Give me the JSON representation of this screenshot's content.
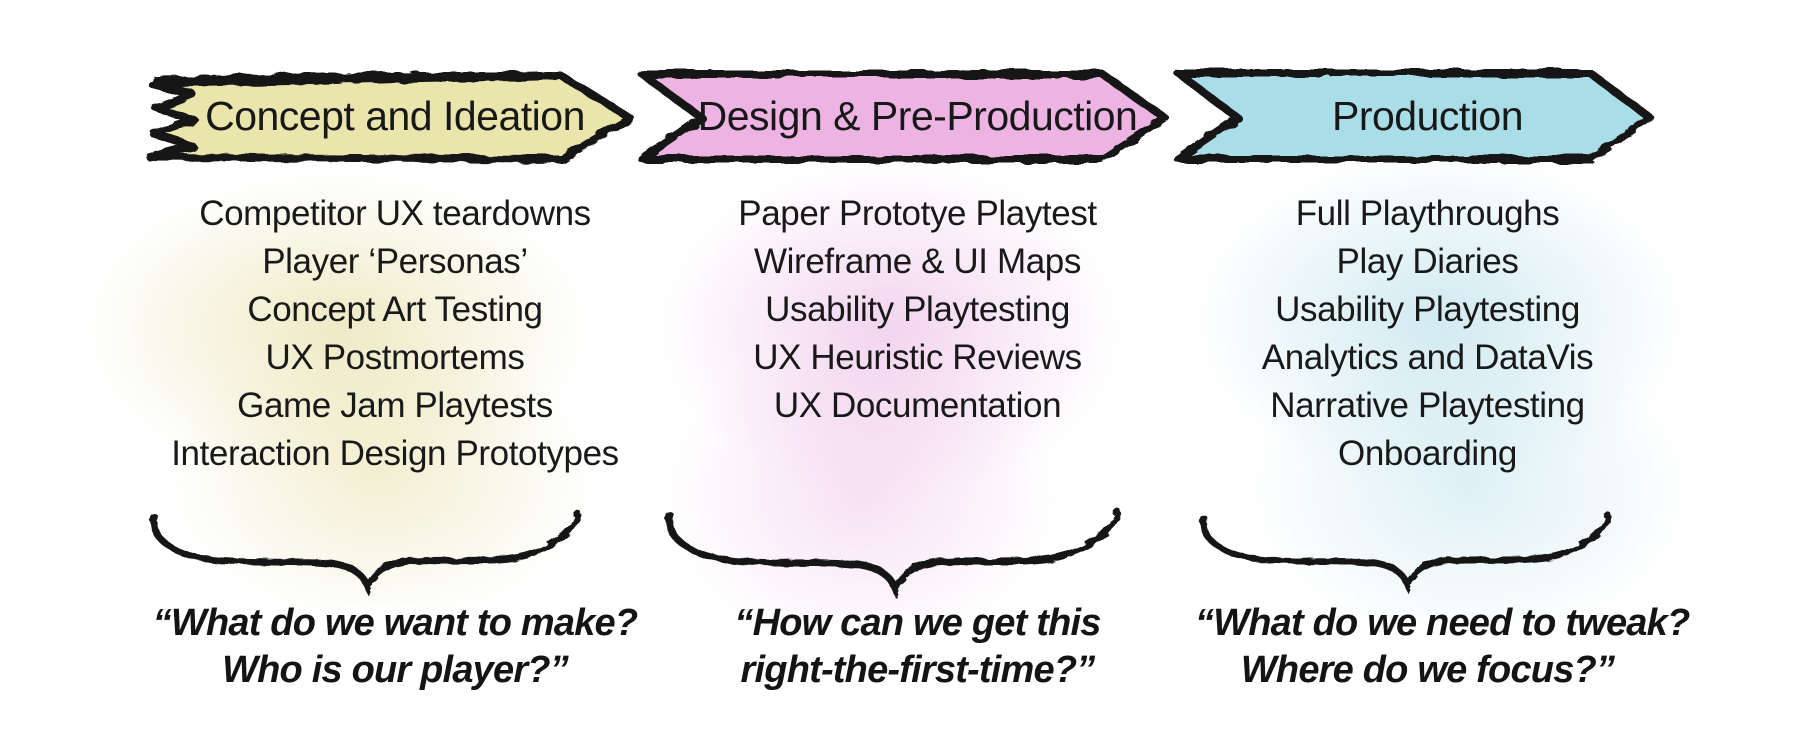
{
  "figure": {
    "background_color": "#ffffff",
    "outline_color": "#141414",
    "text_color": "#191919"
  },
  "columns": [
    {
      "title": "Concept and Ideation",
      "banner_color": "#eae5ac",
      "wash_color": "rgba(222,213,138,0.5)",
      "items": [
        "Competitor UX teardowns",
        "Player ‘Personas’",
        "Concept Art Testing",
        "UX Postmortems",
        "Game Jam Playtests",
        "Interaction Design Prototypes"
      ],
      "quote": [
        "“What do we want to make?",
        "Who is our player?”"
      ]
    },
    {
      "title": "Design & Pre-Production",
      "banner_color": "#ecb3e3",
      "wash_color": "rgba(231,168,222,0.5)",
      "items": [
        "Paper Prototye Playtest",
        "Wireframe & UI Maps",
        "Usability Playtesting",
        "UX Heuristic Reviews",
        "UX Documentation"
      ],
      "quote": [
        "“How can we get this",
        "right-the-first-time?”"
      ]
    },
    {
      "title": "Production",
      "banner_color": "#a9dde8",
      "wash_color": "rgba(162,213,227,0.5)",
      "items": [
        "Full Playthroughs",
        "Play Diaries",
        "Usability Playtesting",
        "Analytics and DataVis",
        "Narrative Playtesting",
        "Onboarding"
      ],
      "quote": [
        "“What do we need to tweak?",
        "Where do we focus?”"
      ]
    }
  ]
}
